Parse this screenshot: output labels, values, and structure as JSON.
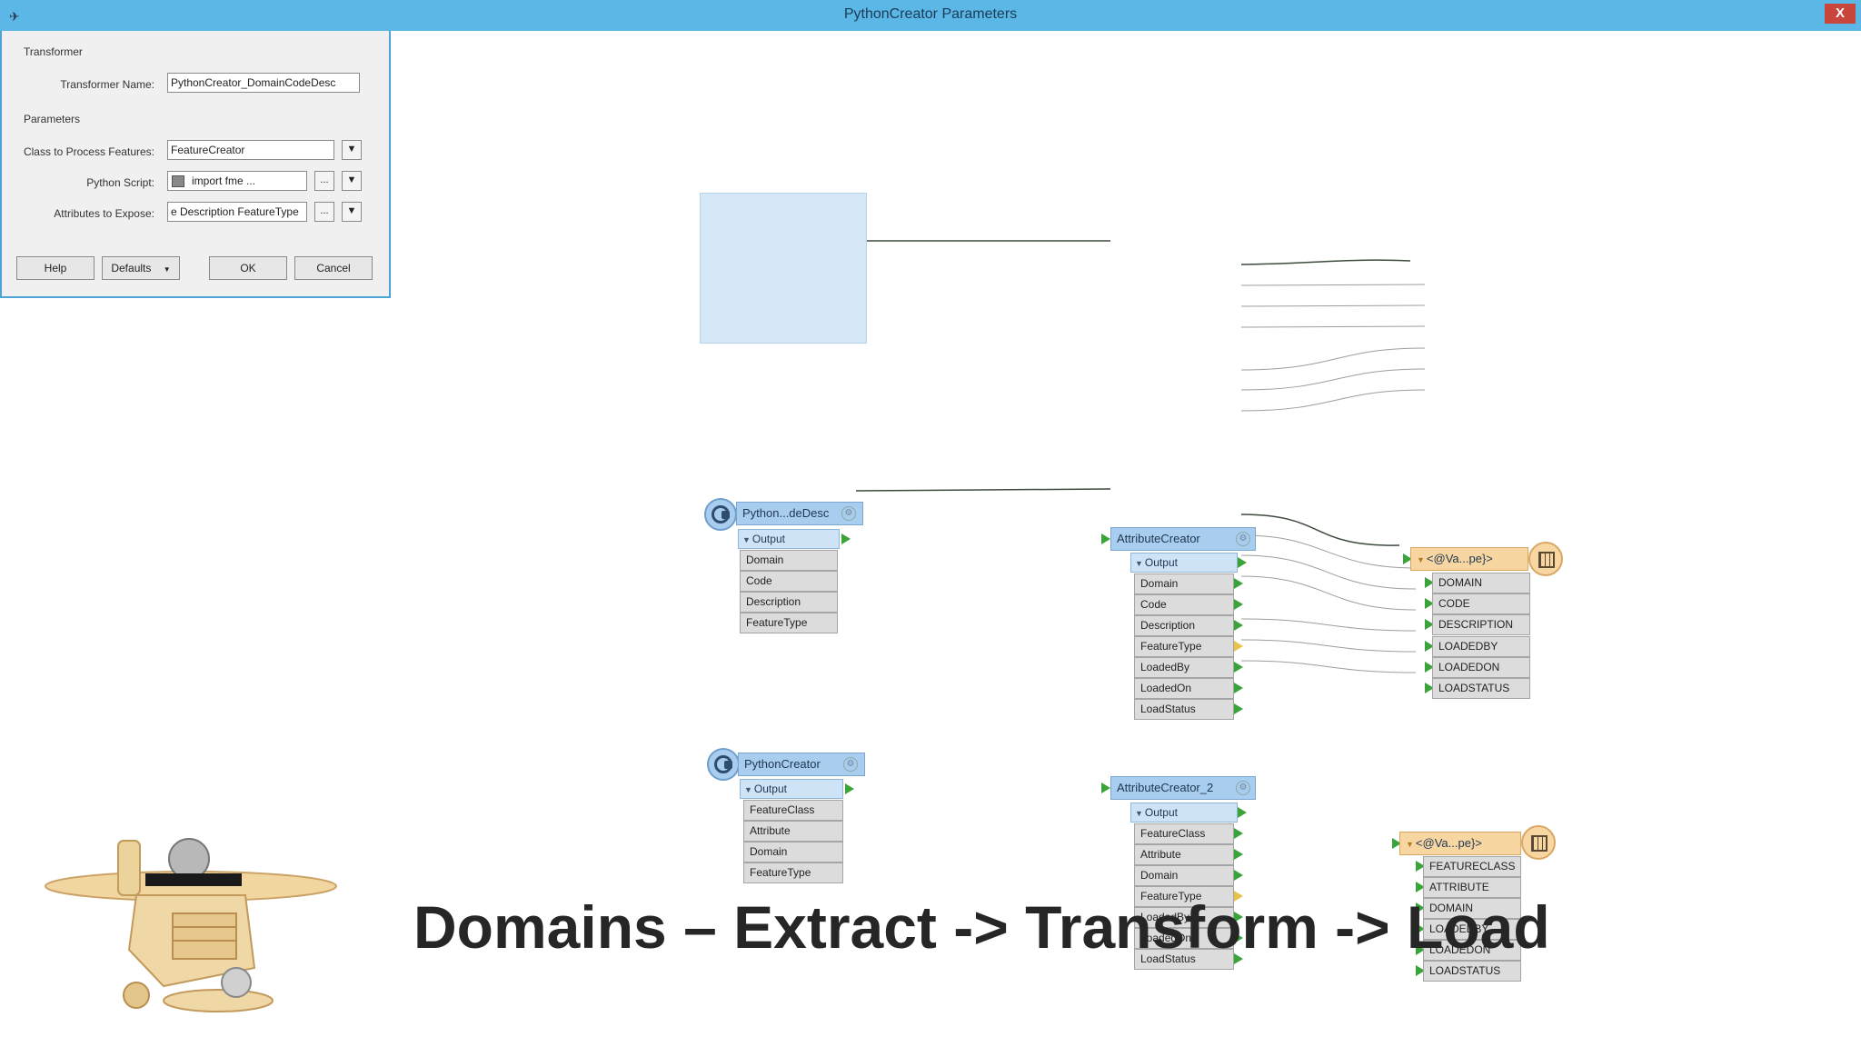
{
  "dialog": {
    "title": "PythonCreator Parameters",
    "close_label": "X",
    "section_transformer": "Transformer",
    "transformer_name_label": "Transformer Name:",
    "transformer_name_value": "PythonCreator_DomainCodeDesc",
    "section_parameters": "Parameters",
    "class_label": "Class to Process Features:",
    "class_value": "FeatureCreator",
    "script_label": "Python Script:",
    "script_value": "import fme ...",
    "attrs_label": "Attributes to Expose:",
    "attrs_value": "e Description FeatureType",
    "ellipsis": "...",
    "help": "Help",
    "defaults": "Defaults",
    "ok": "OK",
    "cancel": "Cancel"
  },
  "workbench": {
    "creator1": {
      "title": "Python...deDesc",
      "output": "Output",
      "attrs": [
        "Domain",
        "Code",
        "Description",
        "FeatureType"
      ]
    },
    "creator2": {
      "title": "PythonCreator",
      "output": "Output",
      "attrs": [
        "FeatureClass",
        "Attribute",
        "Domain",
        "FeatureType"
      ]
    },
    "attrcreator1": {
      "title": "AttributeCreator",
      "output": "Output",
      "attrs": [
        "Domain",
        "Code",
        "Description",
        "FeatureType",
        "LoadedBy",
        "LoadedOn",
        "LoadStatus"
      ]
    },
    "attrcreator2": {
      "title": "AttributeCreator_2",
      "output": "Output",
      "attrs": [
        "FeatureClass",
        "Attribute",
        "Domain",
        "FeatureType",
        "LoadedBy",
        "LoadedOn",
        "LoadStatus"
      ]
    },
    "writer1": {
      "title": "<@Va...pe}>",
      "attrs": [
        "DOMAIN",
        "CODE",
        "DESCRIPTION",
        "LOADEDBY",
        "LOADEDON",
        "LOADSTATUS"
      ]
    },
    "writer2": {
      "title": "<@Va...pe}>",
      "attrs": [
        "FEATURECLASS",
        "ATTRIBUTE",
        "DOMAIN",
        "LOADEDBY",
        "LOADEDON",
        "LOADSTATUS"
      ]
    }
  },
  "slide": {
    "title": "Domains – Extract -> Transform -> Load"
  },
  "colors": {
    "connector": "#3aa33a",
    "node_blue": "#a8cdee",
    "node_orange": "#f8d6a2",
    "dialog_title": "#5ab7e6"
  }
}
